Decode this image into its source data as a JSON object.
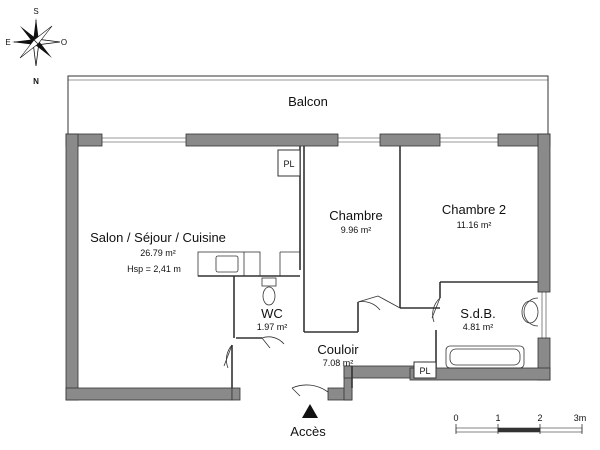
{
  "compass": {
    "south": "S",
    "north": "N",
    "east": "E",
    "west": "O"
  },
  "rooms": {
    "balcon": {
      "name": "Balcon"
    },
    "salon": {
      "name": "Salon / Séjour / Cuisine",
      "area": "26.79 m²",
      "height": "Hsp = 2,41 m"
    },
    "chambre": {
      "name": "Chambre",
      "area": "9.96 m²"
    },
    "chambre2": {
      "name": "Chambre 2",
      "area": "11.16 m²"
    },
    "wc": {
      "name": "WC",
      "area": "1.97 m²"
    },
    "sdb": {
      "name": "S.d.B.",
      "area": "4.81 m²"
    },
    "couloir": {
      "name": "Couloir",
      "area": "7.08 m²"
    }
  },
  "closets": {
    "pl_top": "PL",
    "pl_bottom": "PL"
  },
  "entrance": {
    "label": "Accès"
  },
  "scale": {
    "ticks": [
      "0",
      "1",
      "2",
      "3m"
    ]
  },
  "colors": {
    "wall": "#8a8a8a",
    "line": "#333333"
  }
}
